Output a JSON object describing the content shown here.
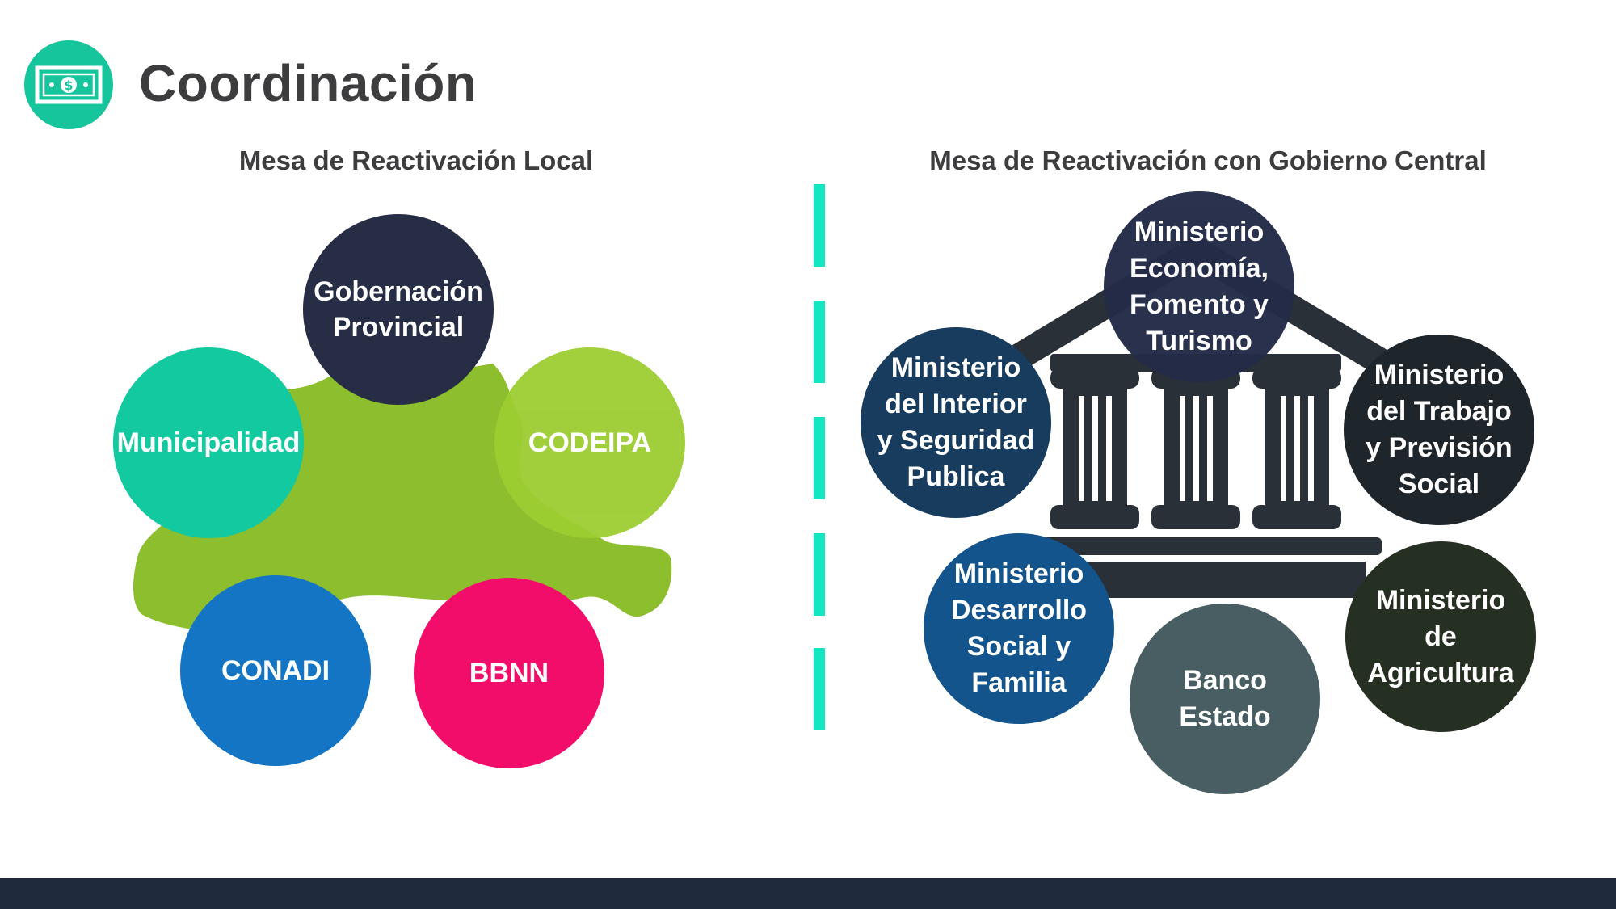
{
  "header": {
    "icon": "money-bill-icon",
    "title": "Coordinación"
  },
  "left_section": {
    "title": "Mesa de Reactivación Local",
    "items": [
      {
        "label": "Gobernación\nProvincial",
        "color": "#262d44"
      },
      {
        "label": "Municipalidad",
        "color": "#12c9a0"
      },
      {
        "label": "CODEIPA",
        "color": "#9ccd32"
      },
      {
        "label": "CONADI",
        "color": "#1375c4"
      },
      {
        "label": "BBNN",
        "color": "#f20d6a"
      }
    ],
    "map_color": "#8dbe2d"
  },
  "right_section": {
    "title": "Mesa de Reactivación con Gobierno Central",
    "building_icon": "government-building-icon",
    "items": [
      {
        "label": "Ministerio\nEconomía,\nFomento y\nTurismo",
        "color": "#232b48"
      },
      {
        "label": "Ministerio\ndel Interior\ny Seguridad\nPublica",
        "color": "#173c5e"
      },
      {
        "label": "Ministerio\ndel Trabajo\ny Previsión\nSocial",
        "color": "#1f262b"
      },
      {
        "label": "Ministerio\nDesarrollo\nSocial y\nFamilia",
        "color": "#14548c"
      },
      {
        "label": "Banco\nEstado",
        "color": "#485e62"
      },
      {
        "label": "Ministerio\nde\nAgricultura",
        "color": "#263022"
      }
    ]
  },
  "colors": {
    "accent": "#17c59c",
    "divider": "#14e6c0",
    "title_text": "#3d3d3f",
    "footer": "#1f2a3c"
  }
}
